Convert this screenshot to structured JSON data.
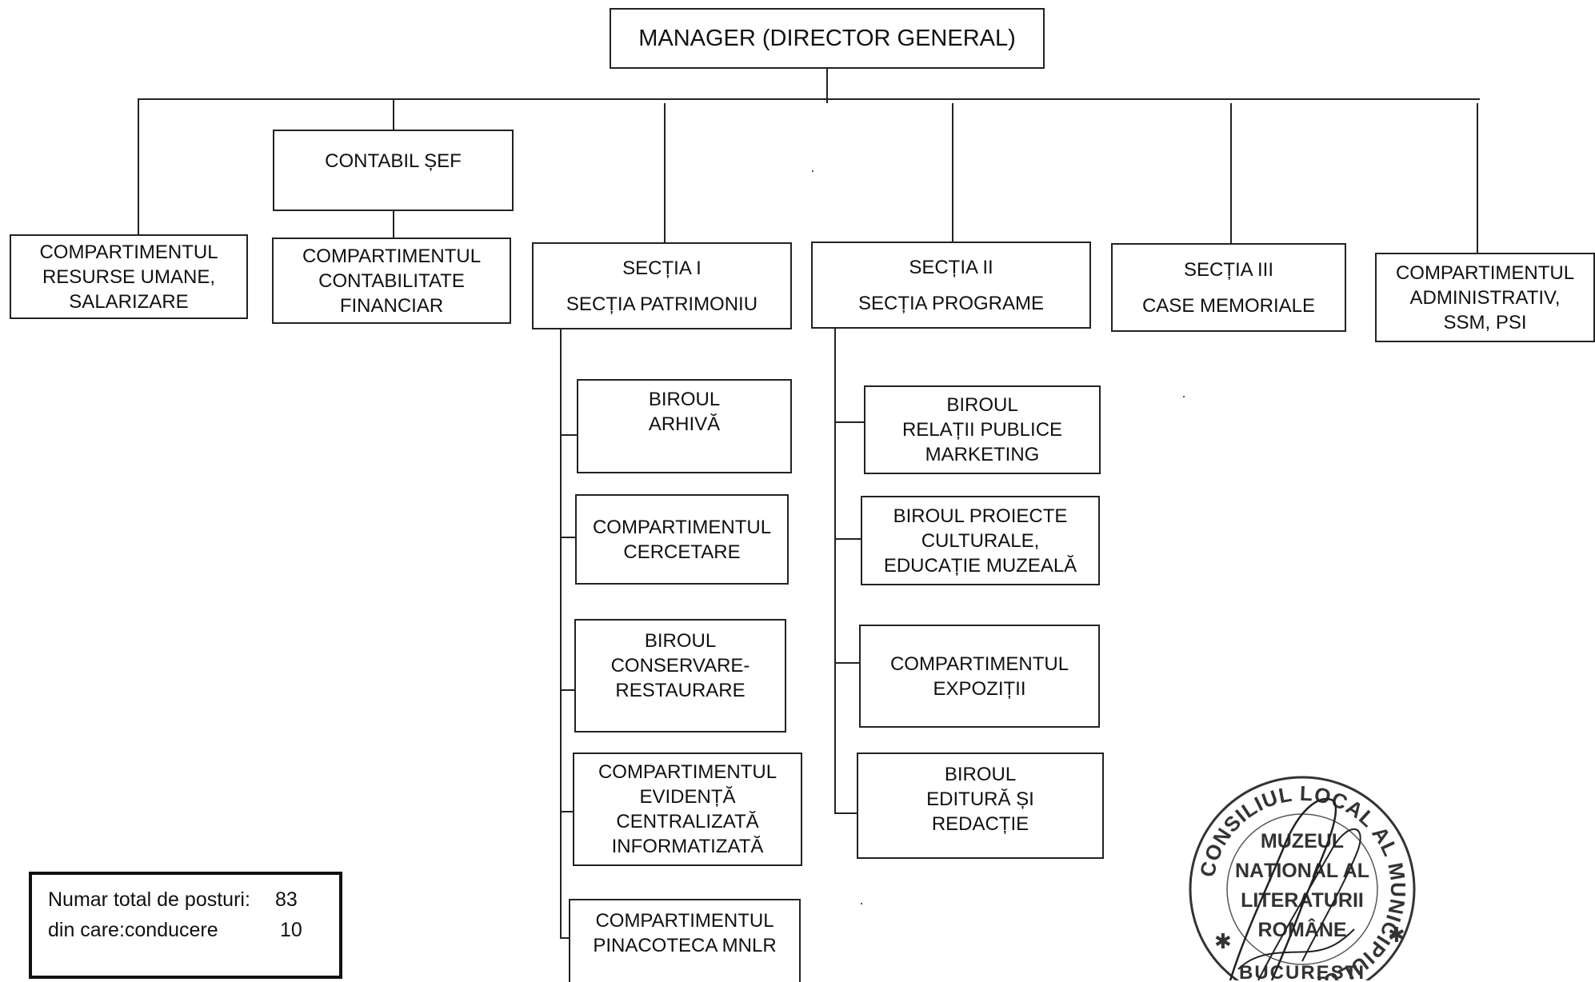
{
  "boxes": {
    "manager": [
      "MANAGER (DIRECTOR GENERAL)"
    ],
    "contabil_sef": [
      "CONTABIL ȘEF"
    ],
    "resurse_umane": [
      "COMPARTIMENTUL",
      "RESURSE UMANE,",
      "SALARIZARE"
    ],
    "contabilitate": [
      "COMPARTIMENTUL",
      "CONTABILITATE",
      "FINANCIAR"
    ],
    "sectia1": [
      "SECȚIA I",
      "SECȚIA PATRIMONIU"
    ],
    "sectia2": [
      "SECȚIA II",
      "SECȚIA PROGRAME"
    ],
    "sectia3": [
      "SECȚIA III",
      "CASE MEMORIALE"
    ],
    "administrativ": [
      "COMPARTIMENTUL",
      "ADMINISTRATIV,",
      "SSM, PSI"
    ],
    "arhiva": [
      "BIROUL",
      "ARHIVĂ"
    ],
    "cercetare": [
      "COMPARTIMENTUL",
      "CERCETARE"
    ],
    "conservare": [
      "BIROUL",
      "CONSERVARE-",
      "RESTAURARE"
    ],
    "evidenta": [
      "COMPARTIMENTUL",
      "EVIDENȚĂ",
      "CENTRALIZATĂ",
      "INFORMATIZATĂ"
    ],
    "pinacoteca": [
      "COMPARTIMENTUL",
      "PINACOTECA MNLR"
    ],
    "relatii": [
      "BIROUL",
      "RELAȚII PUBLICE",
      "MARKETING"
    ],
    "proiecte": [
      "BIROUL PROIECTE",
      "CULTURALE,",
      "EDUCAȚIE MUZEALĂ"
    ],
    "expozitii": [
      "COMPARTIMENTUL",
      "EXPOZIȚII"
    ],
    "editura": [
      "BIROUL",
      "EDITURĂ ȘI",
      "REDACȚIE"
    ]
  },
  "totals": {
    "total_label": "Numar total de posturi:",
    "total_value": "83",
    "conducere_label": "din care:conducere",
    "conducere_value": "10"
  },
  "stamp": {
    "ring_text": "CONSILIUL LOCAL AL MUNICIPIULUI",
    "line1": "MUZEUL",
    "line2": "NAȚIONAL AL",
    "line3": "LITERATURII",
    "line4": "ROMÂNE",
    "bottom": "BUCUREȘTI"
  },
  "colors": {
    "ink": "#222222",
    "stamp_ink": "#333333"
  }
}
